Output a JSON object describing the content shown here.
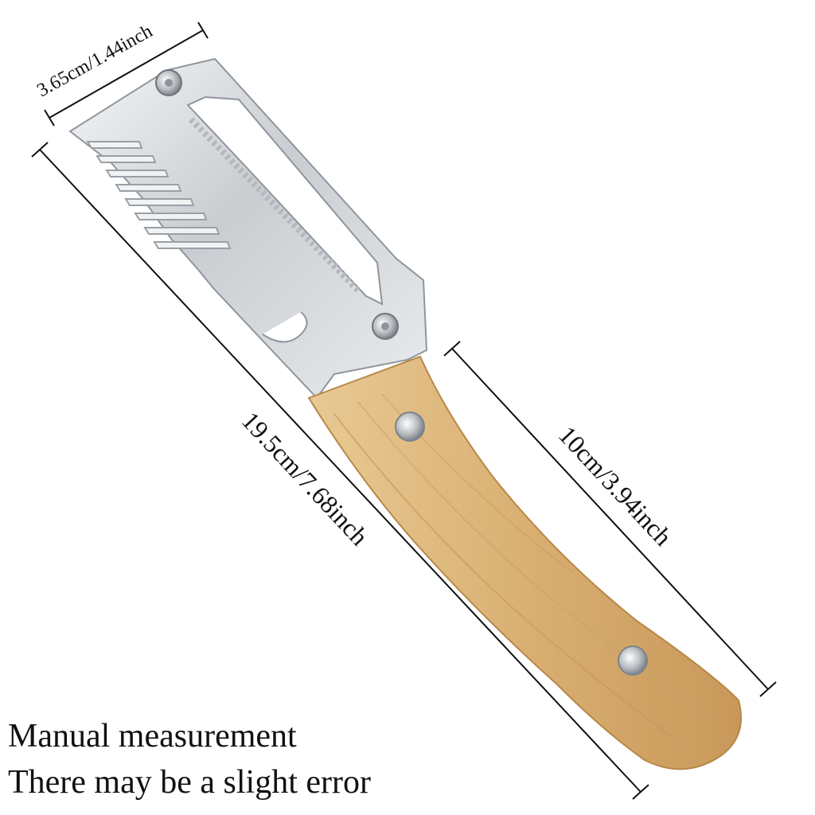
{
  "dimensions": {
    "width_label": "3.65cm/1.44inch",
    "total_length_label": "19.5cm/7.68inch",
    "handle_length_label": "10cm/3.94inch"
  },
  "note": {
    "line1": "Manual measurement",
    "line2": "There may be a slight error"
  },
  "colors": {
    "steel_light": "#e6e8ea",
    "steel_dark": "#9aa0a6",
    "wood_light": "#e2c18c",
    "wood_dark": "#c79a5c",
    "line": "#111111"
  }
}
